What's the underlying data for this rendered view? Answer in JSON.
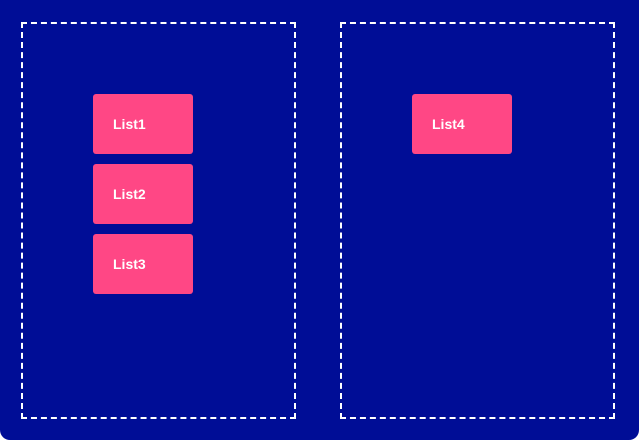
{
  "zones": [
    {
      "items": [
        "List1",
        "List2",
        "List3"
      ]
    },
    {
      "items": [
        "List4"
      ]
    }
  ],
  "colors": {
    "background": "#000d96",
    "card": "#ff4785",
    "card_text": "#ffffff",
    "dashed_border": "#ffffff"
  }
}
